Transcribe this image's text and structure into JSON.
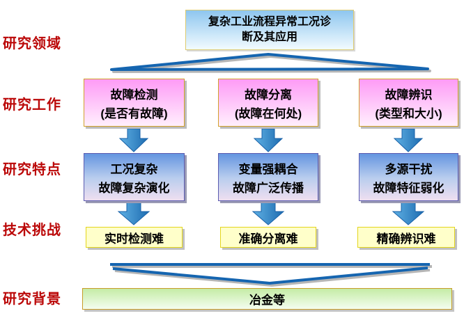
{
  "diagram": {
    "labels": {
      "field": "研究领域",
      "work": "研究工作",
      "feature": "研究特点",
      "challenge": "技术挑战",
      "background": "研究背景"
    },
    "top_box_lines": [
      "复杂工业流程异常工况诊",
      "断及其应用"
    ],
    "top_box_full": "复杂工业流程异常工况诊断及其应用",
    "work_boxes": [
      {
        "title": "故障检测",
        "subtitle": "(是否有故障)"
      },
      {
        "title": "故障分离",
        "subtitle": "(故障在何处)"
      },
      {
        "title": "故障辨识",
        "subtitle": "(类型和大小)"
      }
    ],
    "feature_boxes": [
      {
        "line1": "工况复杂",
        "line2": "故障复杂演化"
      },
      {
        "line1": "变量强耦合",
        "line2": "故障广泛传播"
      },
      {
        "line1": "多源干扰",
        "line2": "故障特征弱化"
      }
    ],
    "challenge_boxes": [
      "实时检测难",
      "准确分离难",
      "精确辨识难"
    ],
    "background_box": "冶金等",
    "colors": {
      "label_red": "#bb0808",
      "connector_blue": "#1565b0",
      "arrow_blue_light": "#5fb0e4",
      "arrow_blue_dark": "#1e6cb0",
      "work_pink_top": "#fe9bf6",
      "work_pink_bottom": "#ffeffd",
      "feature_blue_top": "#6495e0",
      "feature_lavender_bottom": "#efdff0",
      "challenge_yellow": "#ffffca",
      "background_green_top": "#c5eca6",
      "top_box_blue_top": "#8ec6ef",
      "gold_border": "#d1a02a",
      "shadow_gray": "#bcbcbc"
    }
  }
}
